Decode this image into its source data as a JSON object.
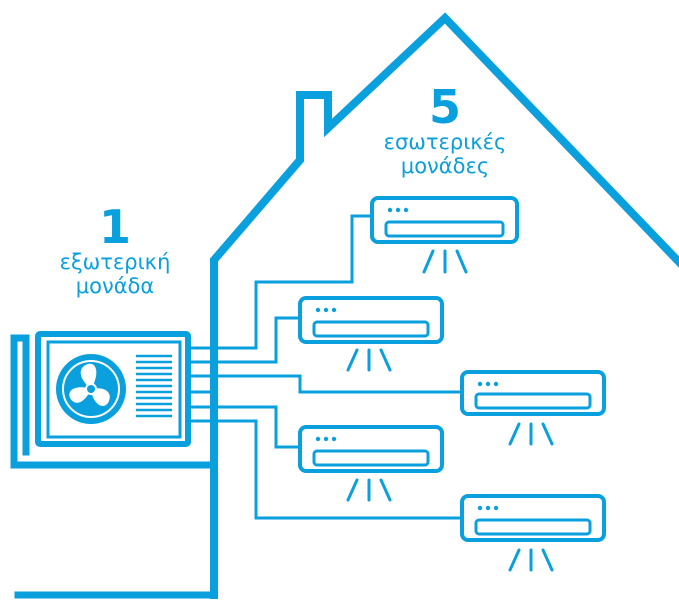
{
  "outdoor": {
    "count": "1",
    "line1": "εξωτερική",
    "line2": "μονάδα"
  },
  "indoor": {
    "count": "5",
    "line1": "εσωτερικές",
    "line2": "μονάδες"
  },
  "colors": {
    "accent": "#0a9fdd",
    "fan_fill": "#0a9fdd",
    "background": "#ffffff"
  },
  "icons": [
    "house-outline",
    "outdoor-unit-fan-icon",
    "indoor-ac-unit-icon",
    "refrigerant-pipes"
  ]
}
